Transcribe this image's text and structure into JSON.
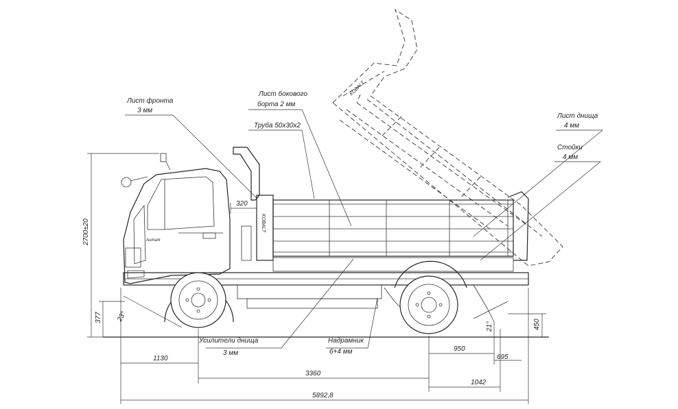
{
  "labels": {
    "front_sheet": [
      "Лист фронта",
      "3 мм"
    ],
    "side_sheet": [
      "Лист бокового",
      "борта 2 мм"
    ],
    "tube": "Труба 50х30х2",
    "floor_sheet": [
      "Лист днища",
      "4 мм"
    ],
    "posts": [
      "Стойки",
      "4 мм"
    ],
    "floor_stiffeners": [
      "Усилители днища",
      "3 мм"
    ],
    "subframe": [
      "Надрамник",
      "6+4 мм"
    ],
    "brand": "KOBALT"
  },
  "dimensions": {
    "cab_gap": "320",
    "total_height": "2700±20",
    "front_height": "377",
    "front_angle": "23°",
    "rear_angle": "21°",
    "rear_height": "450",
    "front_overhang": "1130",
    "wheelbase": "3360",
    "rear_950": "950",
    "rear_695": "695",
    "rear_overhang": "1042",
    "total_length": "5892,8"
  }
}
